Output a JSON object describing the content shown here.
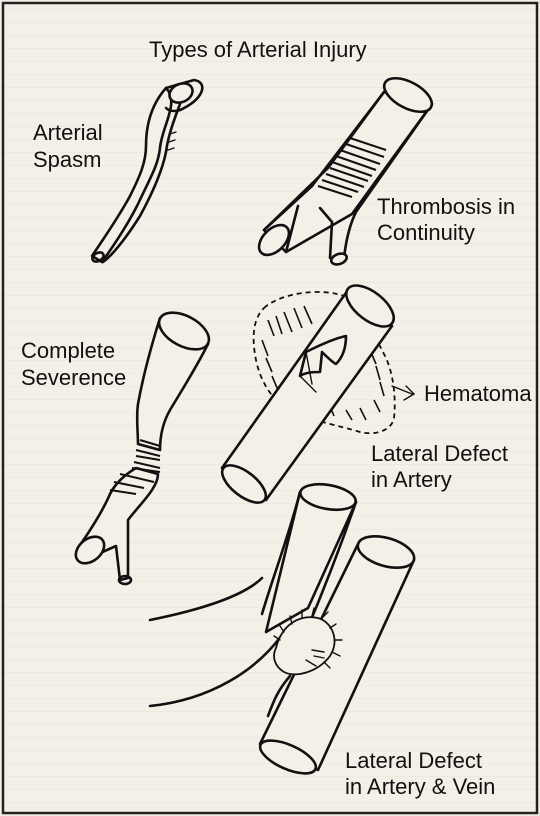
{
  "title": "Types of Arterial Injury",
  "labels": {
    "spasm_l1": "Arterial",
    "spasm_l2": "Spasm",
    "thrombosis_l1": "Thrombosis in",
    "thrombosis_l2": "Continuity",
    "severence_l1": "Complete",
    "severence_l2": "Severence",
    "hematoma": "Hematoma",
    "lateral_artery_l1": "Lateral Defect",
    "lateral_artery_l2": "in Artery",
    "lateral_vein_l1": "Lateral Defect",
    "lateral_vein_l2": "in Artery & Vein"
  }
}
